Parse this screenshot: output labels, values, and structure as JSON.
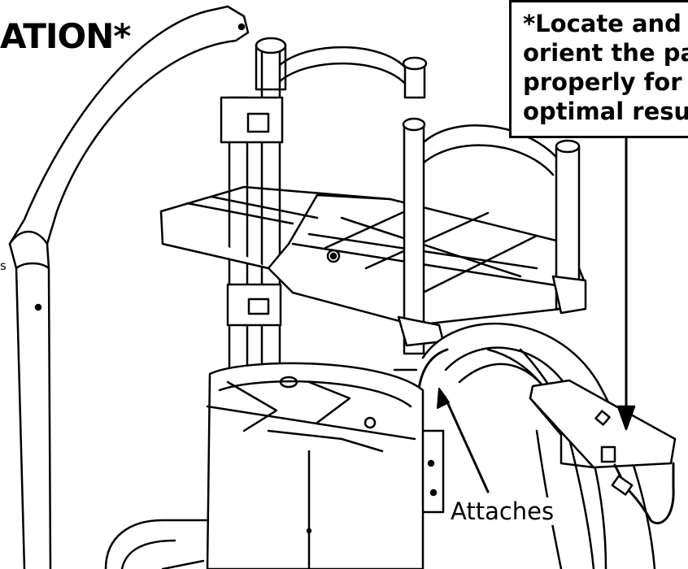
{
  "heading": "ATION*",
  "callout": {
    "lines": [
      "*Locate and",
      "orient the pan",
      "properly for",
      "optimal result"
    ]
  },
  "side_label": "s",
  "attach_label": "Attaches"
}
